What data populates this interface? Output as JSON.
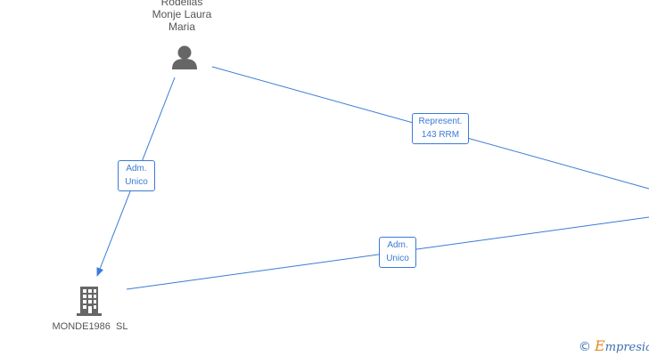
{
  "nodes": {
    "person": {
      "name_lines": [
        "Rodellas",
        "Monje Laura",
        "Maria"
      ],
      "icon": "person-icon",
      "icon_color": "#666666"
    },
    "company": {
      "name": "MONDE1986  SL",
      "icon": "building-icon",
      "icon_color": "#666666"
    }
  },
  "edges": {
    "person_company": {
      "line1": "Adm.",
      "line2": "Unico"
    },
    "person_offscreen": {
      "line1": "Represent.",
      "line2": "143 RRM"
    },
    "company_offscreen": {
      "line1": "Adm.",
      "line2": "Unico"
    }
  },
  "colors": {
    "edge": "#3a7bd5",
    "node_text": "#555555"
  },
  "watermark": {
    "symbol": "©",
    "brand_initial": "E",
    "brand_rest": "mpresia"
  }
}
